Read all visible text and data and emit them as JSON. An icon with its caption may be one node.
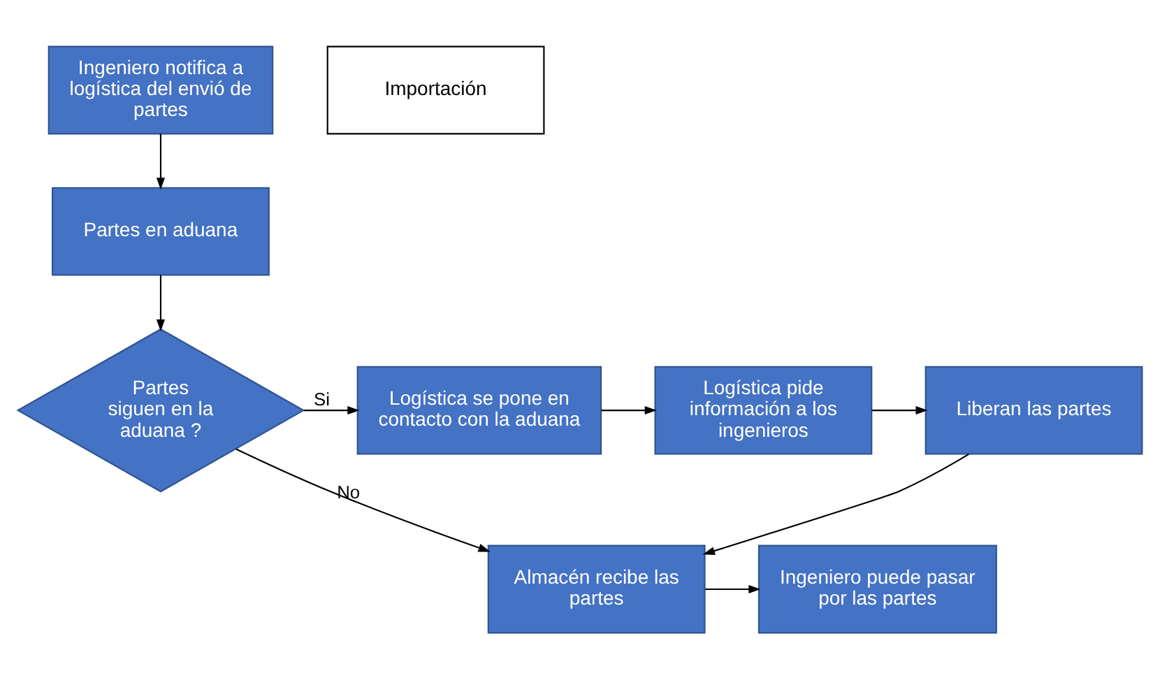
{
  "diagram": {
    "nodes": [
      {
        "text": [
          "Ingeniero notifica a logística del envió de partes"
        ]
      },
      {
        "text": [
          "Partes en aduana"
        ]
      },
      {
        "text": [
          "Partes siguen en la aduana ?"
        ]
      },
      {
        "text": [
          "Logística se pone en contacto con la aduana"
        ]
      },
      {
        "text": [
          "Logística pide información a los ingenieros"
        ]
      },
      {
        "text": [
          "Liberan las partes"
        ]
      },
      {
        "text": [
          "Almacén recibe las partes"
        ]
      },
      {
        "text": [
          "Ingeniero puede pasar por las partes"
        ]
      },
      {
        "text": [
          "Importación"
        ]
      }
    ],
    "edges": [
      {
        "from": 0,
        "to": 1,
        "arrow": "to"
      },
      {
        "from": 1,
        "to": 2,
        "arrow": "to"
      },
      {
        "from": 2,
        "to": 3,
        "arrow": "to",
        "label": "Si"
      },
      {
        "from": 3,
        "to": 4,
        "arrow": "to"
      },
      {
        "from": 4,
        "to": 5,
        "arrow": "to"
      },
      {
        "from": 5,
        "to": 6,
        "arrow": "to"
      },
      {
        "from": 2,
        "to": 6,
        "arrow": "to",
        "label": "No"
      },
      {
        "from": 6,
        "to": 7,
        "arrow": "to"
      }
    ]
  }
}
